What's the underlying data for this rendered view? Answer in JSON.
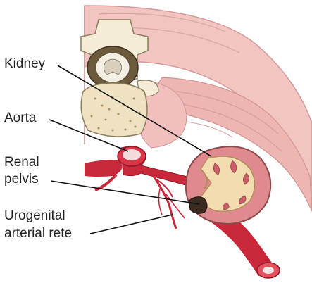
{
  "labels": {
    "kidney": "Kidney",
    "aorta": "Aorta",
    "renal_pelvis_line1": "Renal",
    "renal_pelvis_line2": "pelvis",
    "rete_line1": "Urogenital",
    "rete_line2": "arterial rete"
  }
}
